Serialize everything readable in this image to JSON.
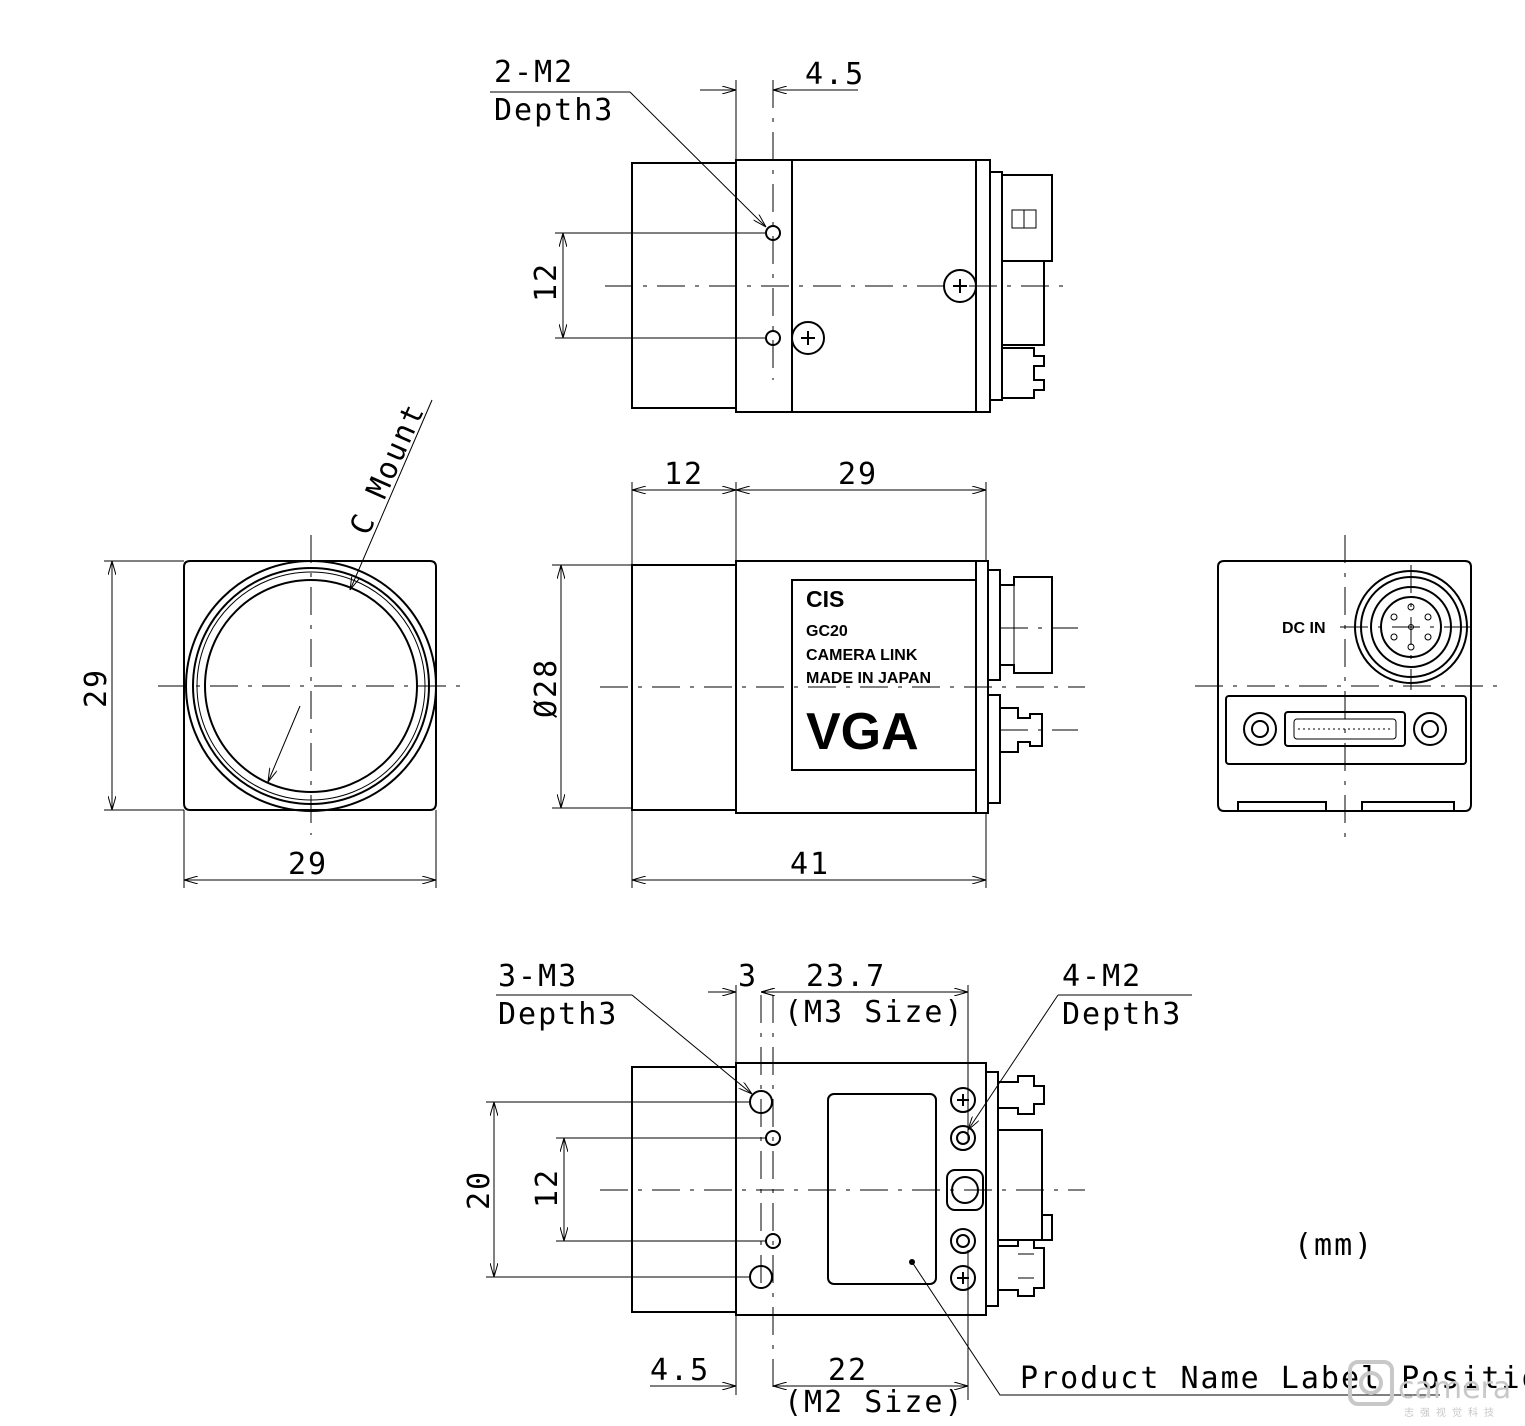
{
  "drawing": {
    "unit_note": "(mm)",
    "top_view": {
      "hole_callout_line1": "2-M2",
      "hole_callout_line2": "Depth3",
      "dim_offset": "4.5",
      "dim_hole_pitch": "12"
    },
    "side_view": {
      "dim_lens_length": "12",
      "dim_body_length": "29",
      "dim_diameter": "Ø28",
      "dim_total_length": "41",
      "label_brand": "CIS",
      "label_model": "GC20",
      "label_interface": "CAMERA LINK",
      "label_origin": "MADE IN JAPAN",
      "label_format": "VGA"
    },
    "front_view": {
      "mount_label": "C Mount",
      "dim_height": "29",
      "dim_width": "29"
    },
    "rear_view": {
      "connector_label": "DC IN"
    },
    "bottom_view": {
      "m3_callout_line1": "3-M3",
      "m3_callout_line2": "Depth3",
      "m2_callout_line1": "4-M2",
      "m2_callout_line2": "Depth3",
      "dim_m3_offset": "3",
      "dim_m3_pitch": "23.7",
      "dim_m3_size_note": "(M3 Size)",
      "dim_m2_offset": "4.5",
      "dim_m2_pitch": "22",
      "dim_m2_size_note": "(M2 Size)",
      "dim_height_20": "20",
      "dim_height_12": "12",
      "label_position_note": "Product Name Label Position"
    },
    "watermark": {
      "text": "camera",
      "subtext": "志强视觉科技"
    }
  }
}
